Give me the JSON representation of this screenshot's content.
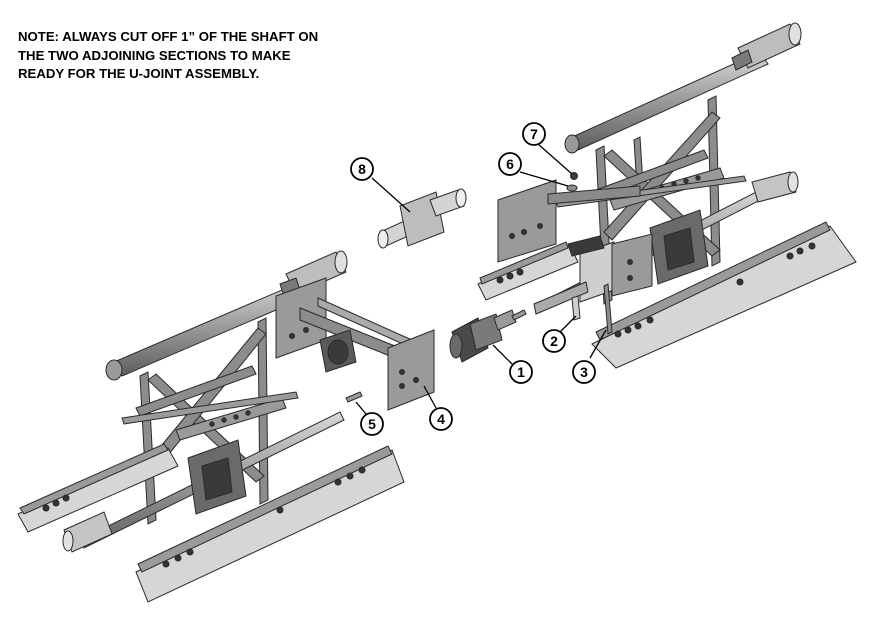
{
  "note": {
    "lines": [
      "NOTE:  ALWAYS CUT OFF 1” OF THE SHAFT ON",
      "THE TWO ADJOINING SECTIONS TO MAKE",
      "READY FOR THE U-JOINT ASSEMBLY."
    ]
  },
  "callouts": [
    {
      "id": "callout-1",
      "label": "1"
    },
    {
      "id": "callout-2",
      "label": "2"
    },
    {
      "id": "callout-3",
      "label": "3"
    },
    {
      "id": "callout-4",
      "label": "4"
    },
    {
      "id": "callout-5",
      "label": "5"
    },
    {
      "id": "callout-6",
      "label": "6"
    },
    {
      "id": "callout-7",
      "label": "7"
    },
    {
      "id": "callout-8",
      "label": "8"
    }
  ],
  "colors": {
    "metal_fill": "#8c8c8c",
    "metal_dark": "#5a5a5a",
    "metal_light": "#c8c8c8",
    "outline": "#2a2a2a"
  }
}
